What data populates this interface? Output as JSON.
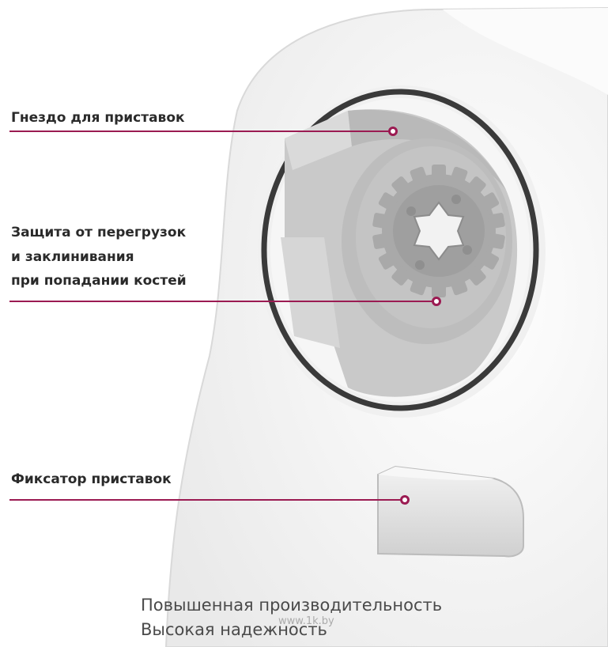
{
  "callouts": [
    {
      "label": "Гнездо для приставок"
    },
    {
      "label_lines": [
        "Защита от перегрузок",
        "и заклинивания",
        "при попадании костей"
      ]
    },
    {
      "label": "Фиксатор приставок"
    }
  ],
  "captions": [
    "Повышенная производительность",
    "Высокая надежность"
  ],
  "watermark": "www.1k.by",
  "colors": {
    "accent": "#9b1b52",
    "body_white": "#f7f7f7",
    "socket_gray": "#c9c9c9",
    "gear_gray": "#a9a9a9",
    "dark_ring": "#3a3a3a"
  }
}
